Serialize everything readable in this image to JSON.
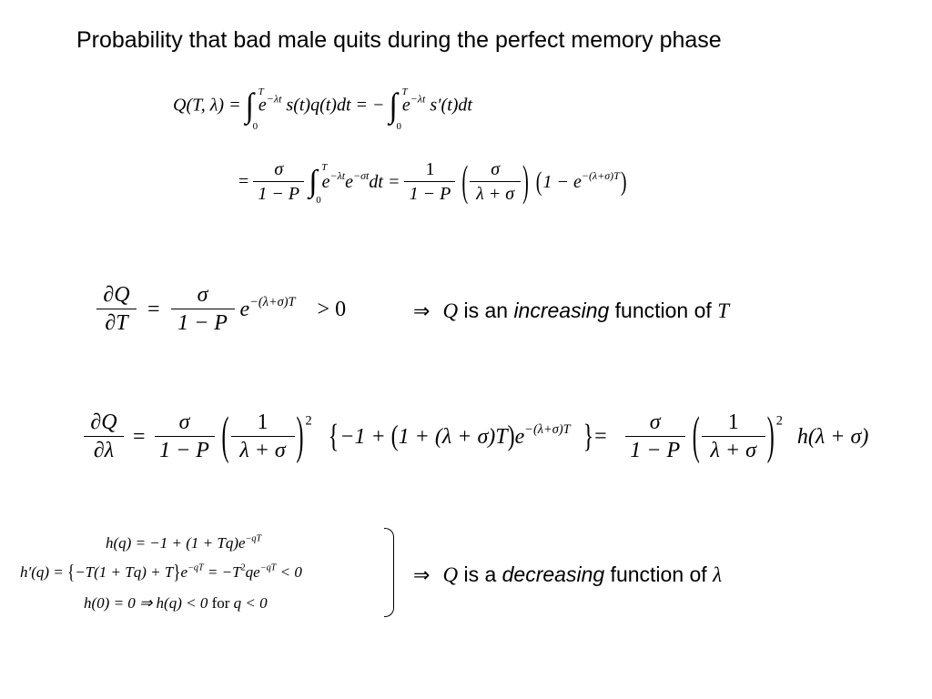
{
  "title": "Probability that bad male quits during the perfect memory phase",
  "eq1": {
    "lhs": "Q(T, λ) =",
    "int_top": "T",
    "int_bottom": "0",
    "body1": "e",
    "exp1": "−λt",
    "rest1": "s(t)q(t)dt = −",
    "body2": "e",
    "exp2": "−λt",
    "rest2": "s′(t)dt"
  },
  "eq2": {
    "eq_sign": "=",
    "f1_num": "σ",
    "f1_den": "1 − P",
    "int_top": "T",
    "int_bottom": "0",
    "e1": "e",
    "e1_exp": "−λt",
    "e2": "e",
    "e2_exp": "−σt",
    "dt": "dt =",
    "f2_num": "1",
    "f2_den": "1 − P",
    "f3_num": "σ",
    "f3_den": "λ + σ",
    "tail": "1 − e",
    "tail_exp": "−(λ+σ)T"
  },
  "eq3": {
    "lhs_num": "∂Q",
    "lhs_den": "∂T",
    "eq_sign": "=",
    "f_num": "σ",
    "f_den": "1 − P",
    "e": "e",
    "e_exp": "−(λ+σ)T",
    "cmp": "> 0"
  },
  "concl1": {
    "arrow": "⇒",
    "var": "Q",
    "text1": " is an ",
    "emph": "increasing",
    "text2": " function of ",
    "var2": "T"
  },
  "eq4": {
    "lhs_num": "∂Q",
    "lhs_den": "∂λ",
    "eq_sign": "=",
    "f1_num": "σ",
    "f1_den": "1 − P",
    "f2_num": "1",
    "f2_den": "λ + σ",
    "pow": "2",
    "brace_open": "{",
    "inner1": "−1 + ",
    "inner2": "1 + (λ + σ)T",
    "e": "e",
    "e_exp": "−(λ+σ)T",
    "brace_close": "}",
    "eq2": "=",
    "g1_num": "σ",
    "g1_den": "1 − P",
    "g2_num": "1",
    "g2_den": "λ + σ",
    "pow2": "2",
    "h": "h(λ + σ)"
  },
  "sys": {
    "line1": "h(q) = −1 + (1 + Tq)e",
    "line1_exp": "−qT",
    "line2a": "h′(q) = ",
    "line2b": "−T(1 + Tq) + T",
    "line2c": "e",
    "line2c_exp": "−qT",
    "line2d": " = −T",
    "line2d_exp": "2",
    "line2e": "qe",
    "line2e_exp": "−qT",
    "line2f": " < 0",
    "line3a": "h(0) = 0 ⇒ h(q) < 0 ",
    "line3for": "for",
    "line3b": " q < 0"
  },
  "concl2": {
    "arrow": "⇒",
    "var": "Q",
    "text1": " is a ",
    "emph": "decreasing",
    "text2": " function of ",
    "var2": "λ"
  }
}
